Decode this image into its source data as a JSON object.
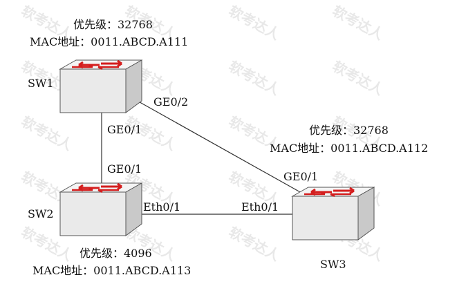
{
  "watermark": "软考达人",
  "colors": {
    "line": "#333333",
    "switch_fill": "#f4f4f4",
    "switch_side": "#c9c9c9",
    "arrow": "#d41e1e"
  },
  "switches": [
    {
      "id": "sw1",
      "name": "SW1",
      "priority": "优先级：32768",
      "mac": "MAC地址：0011.ABCD.A111"
    },
    {
      "id": "sw2",
      "name": "SW2",
      "priority": "优先级：4096",
      "mac": "MAC地址：0011.ABCD.A113"
    },
    {
      "id": "sw3",
      "name": "SW3",
      "priority": "优先级：32768",
      "mac": "MAC地址：0011.ABCD.A112"
    }
  ],
  "ports": {
    "sw1_to_sw3": "GE0/2",
    "sw1_to_sw2": "GE0/1",
    "sw2_to_sw1": "GE0/1",
    "sw2_to_sw3": "Eth0/1",
    "sw3_to_sw2": "Eth0/1",
    "sw3_to_sw1": "GE0/1"
  }
}
